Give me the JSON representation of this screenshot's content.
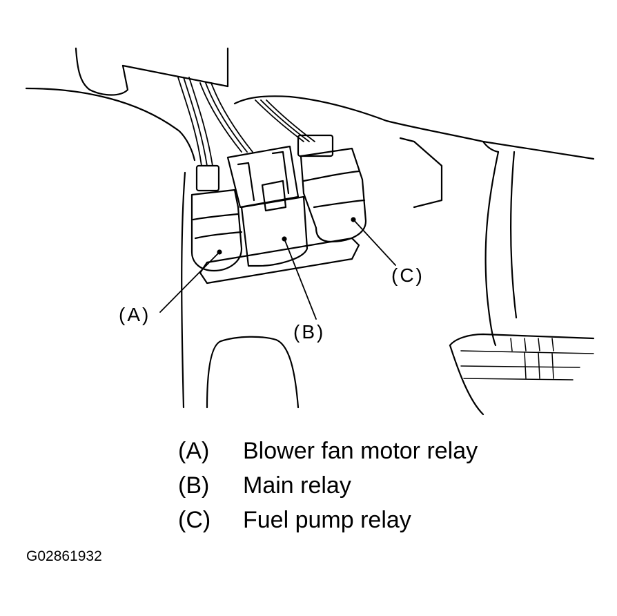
{
  "callouts": {
    "a": "(A)",
    "b": "(B)",
    "c": "(C)"
  },
  "legend": [
    {
      "key": "(A)",
      "text": "Blower fan motor relay"
    },
    {
      "key": "(B)",
      "text": "Main relay"
    },
    {
      "key": "(C)",
      "text": "Fuel pump relay"
    }
  ],
  "figure_id": "G02861932",
  "colors": {
    "ink": "#000000",
    "paper": "#ffffff"
  }
}
